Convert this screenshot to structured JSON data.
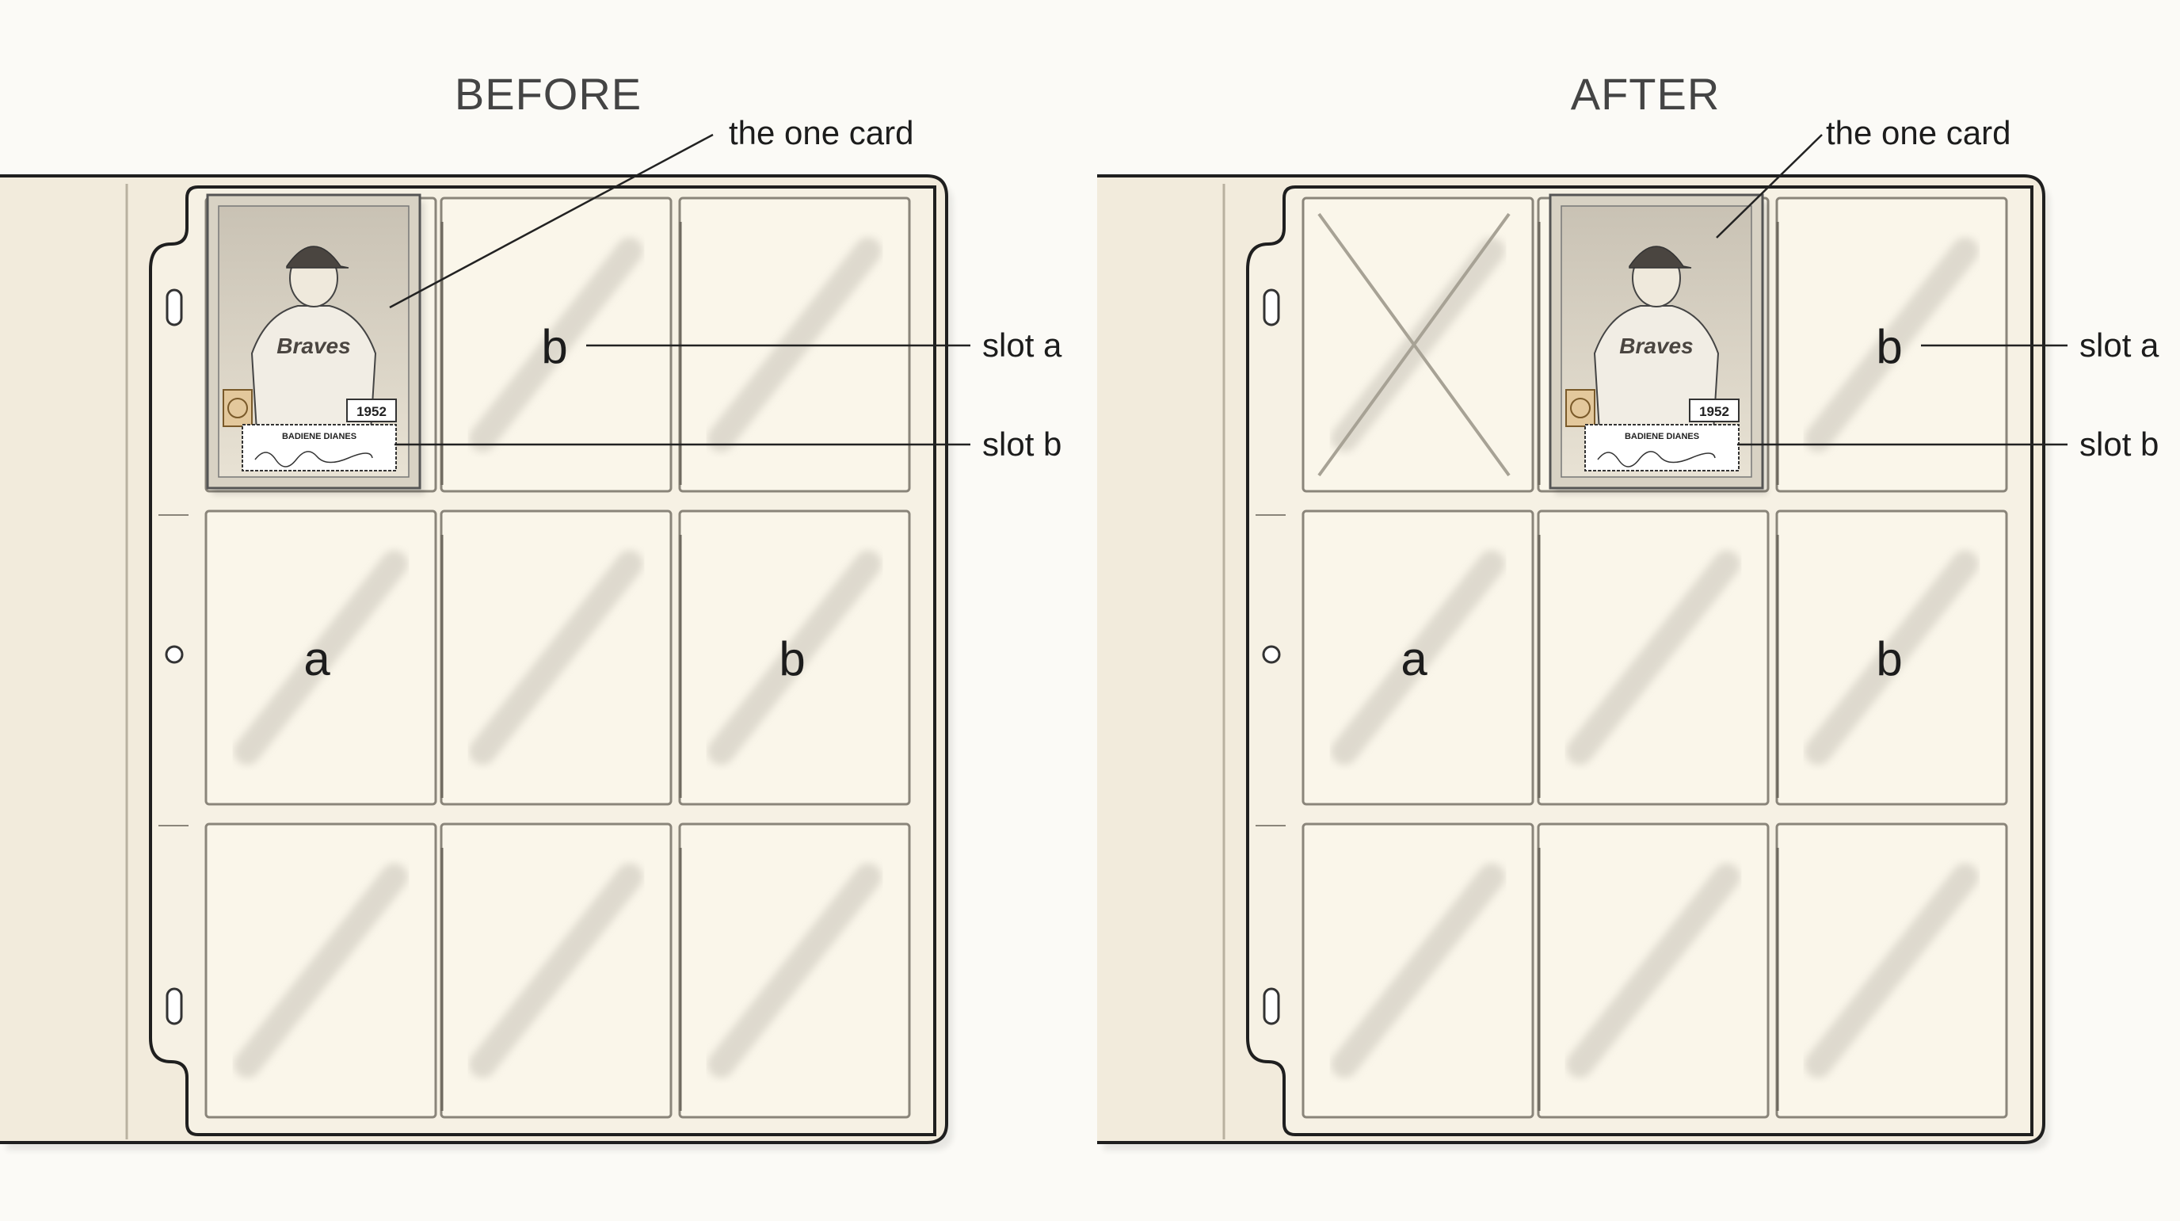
{
  "panels": [
    {
      "id": "before",
      "title": "BEFORE",
      "card_position": 0,
      "crossed_slot": null,
      "callouts": {
        "card": "the one card",
        "slot_a": "slot a",
        "slot_b": "slot b"
      },
      "slot_labels": [
        {
          "slot": 1,
          "text": "b"
        },
        {
          "slot": 3,
          "text": "a"
        },
        {
          "slot": 5,
          "text": "b"
        }
      ],
      "card": {
        "year": "1952",
        "name": "BADIENE DIANES",
        "team": "Braves"
      }
    },
    {
      "id": "after",
      "title": "AFTER",
      "card_position": 1,
      "crossed_slot": 0,
      "callouts": {
        "card": "the one card",
        "slot_a": "slot a",
        "slot_b": "slot b"
      },
      "slot_labels": [
        {
          "slot": 2,
          "text": "b"
        },
        {
          "slot": 3,
          "text": "a"
        },
        {
          "slot": 5,
          "text": "b"
        }
      ],
      "card": {
        "year": "1952",
        "name": "BADIENE DIANES",
        "team": "Braves"
      }
    }
  ],
  "colors": {
    "background": "#fbfaf6",
    "binder": "#f2ebdc",
    "pocket": "#faf6ea",
    "outline": "#1f1f1f",
    "sleeve_line": "#8a857a",
    "card_frame": "#d8d2c4"
  }
}
